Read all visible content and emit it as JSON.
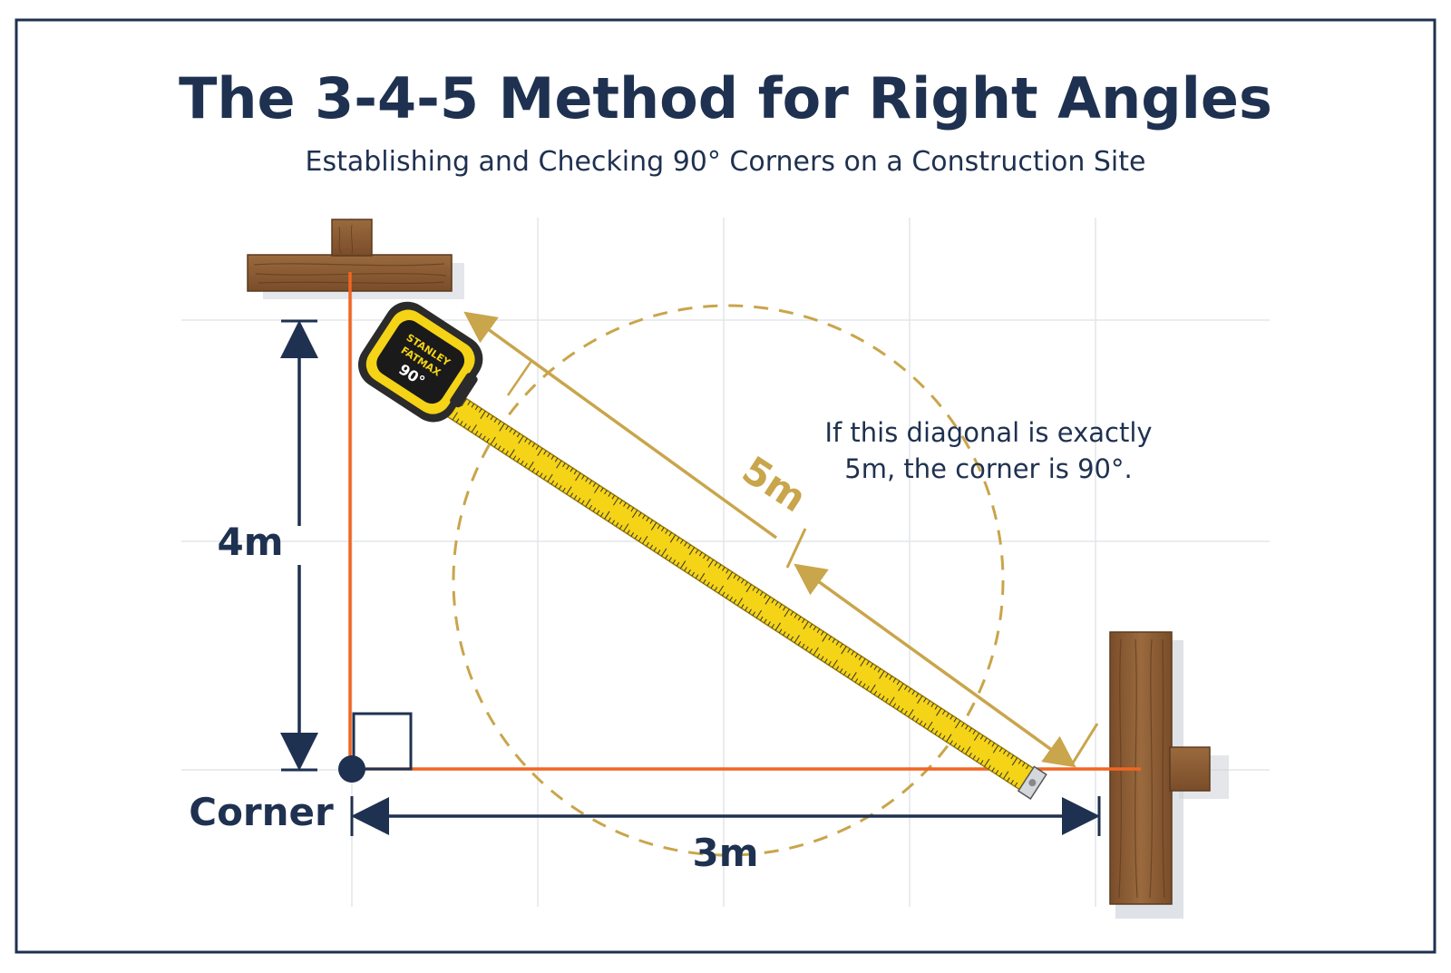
{
  "diagram": {
    "title": "The 3-4-5 Method for Right Angles",
    "subtitle": "Establishing and Checking 90° Corners on a Construction Site",
    "label_vertical": "4m",
    "label_horizontal": "3m",
    "label_diagonal": "5m",
    "label_corner": "Corner",
    "note_line1": "If this diagonal is exactly",
    "note_line2": "5m, the corner is 90°.",
    "tape_brand_line1": "STANLEY",
    "tape_brand_line2": "FATMAX",
    "tape_badge": "90°"
  },
  "colors": {
    "navy": "#1f3150",
    "string_line": "#f26522",
    "gold": "#c9a54b",
    "tape_yellow": "#f5d316",
    "wood": "#8a5a32",
    "grid": "#e3e6ea"
  }
}
